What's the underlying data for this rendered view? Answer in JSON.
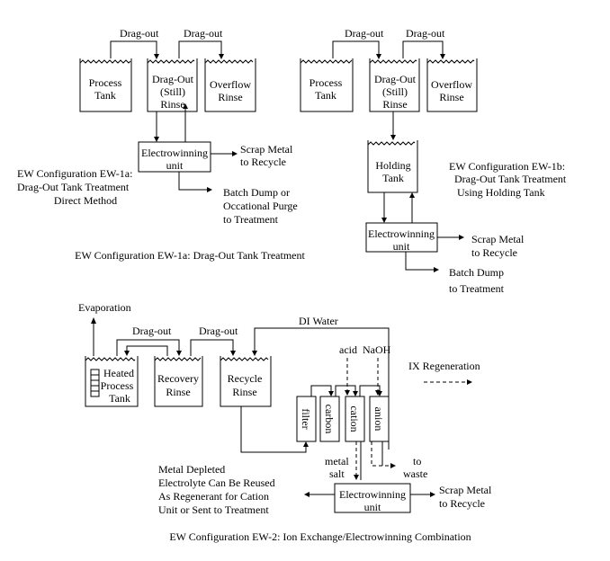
{
  "panel_1a": {
    "drag_out_1": "Drag-out",
    "drag_out_2": "Drag-out",
    "process_tank": [
      "Process",
      "Tank"
    ],
    "dragout_rinse": [
      "Drag-Out",
      "(Still)",
      "Rinse"
    ],
    "overflow_rinse": [
      "Overflow",
      "Rinse"
    ],
    "electrowinning": [
      "Electrowinning",
      "unit"
    ],
    "scrap_metal": [
      "Scrap Metal",
      "to Recycle"
    ],
    "batch_dump": [
      "Batch Dump or",
      "Occational Purge",
      "to Treatment"
    ],
    "config_label": [
      "EW Configuration EW-1a:",
      "Drag-Out Tank Treatment",
      "Direct Method"
    ],
    "caption": "EW Configuration EW-1a:  Drag-Out Tank Treatment"
  },
  "panel_1b": {
    "drag_out_1": "Drag-out",
    "drag_out_2": "Drag-out",
    "process_tank": [
      "Process",
      "Tank"
    ],
    "dragout_rinse": [
      "Drag-Out",
      "(Still)",
      "Rinse"
    ],
    "overflow_rinse": [
      "Overflow",
      "Rinse"
    ],
    "holding_tank": [
      "Holding",
      "Tank"
    ],
    "electrowinning": [
      "Electrowinning",
      "unit"
    ],
    "scrap_metal": [
      "Scrap Metal",
      "to Recycle"
    ],
    "batch_dump": [
      "Batch Dump",
      "to Treatment"
    ],
    "config_label": [
      "EW Configuration EW-1b:",
      "Drag-Out Tank Treatment",
      "Using Holding Tank"
    ]
  },
  "panel_2": {
    "evaporation": "Evaporation",
    "drag_out_1": "Drag-out",
    "drag_out_2": "Drag-out",
    "di_water": "DI Water",
    "acid": "acid",
    "naoh": "NaOH",
    "ix_regeneration": "IX Regeneration",
    "heated_tank": [
      "Heated",
      "Process",
      "Tank"
    ],
    "recovery_rinse": [
      "Recovery",
      "Rinse"
    ],
    "recycle_rinse": [
      "Recycle",
      "Rinse"
    ],
    "filter": "filter",
    "carbon": "carbon",
    "cation": "cation",
    "anion": "anion",
    "to_waste": [
      "to",
      "waste"
    ],
    "metal_salt": [
      "metal",
      "salt"
    ],
    "depleted": [
      "Metal Depleted",
      "Electrolyte Can Be Reused",
      "As Regenerant for Cation",
      "Unit or Sent to Treatment"
    ],
    "electrowinning": [
      "Electrowinning",
      "unit"
    ],
    "scrap_metal": [
      "Scrap Metal",
      "to Recycle"
    ],
    "caption": "EW Configuration EW-2:  Ion Exchange/Electrowinning Combination"
  }
}
